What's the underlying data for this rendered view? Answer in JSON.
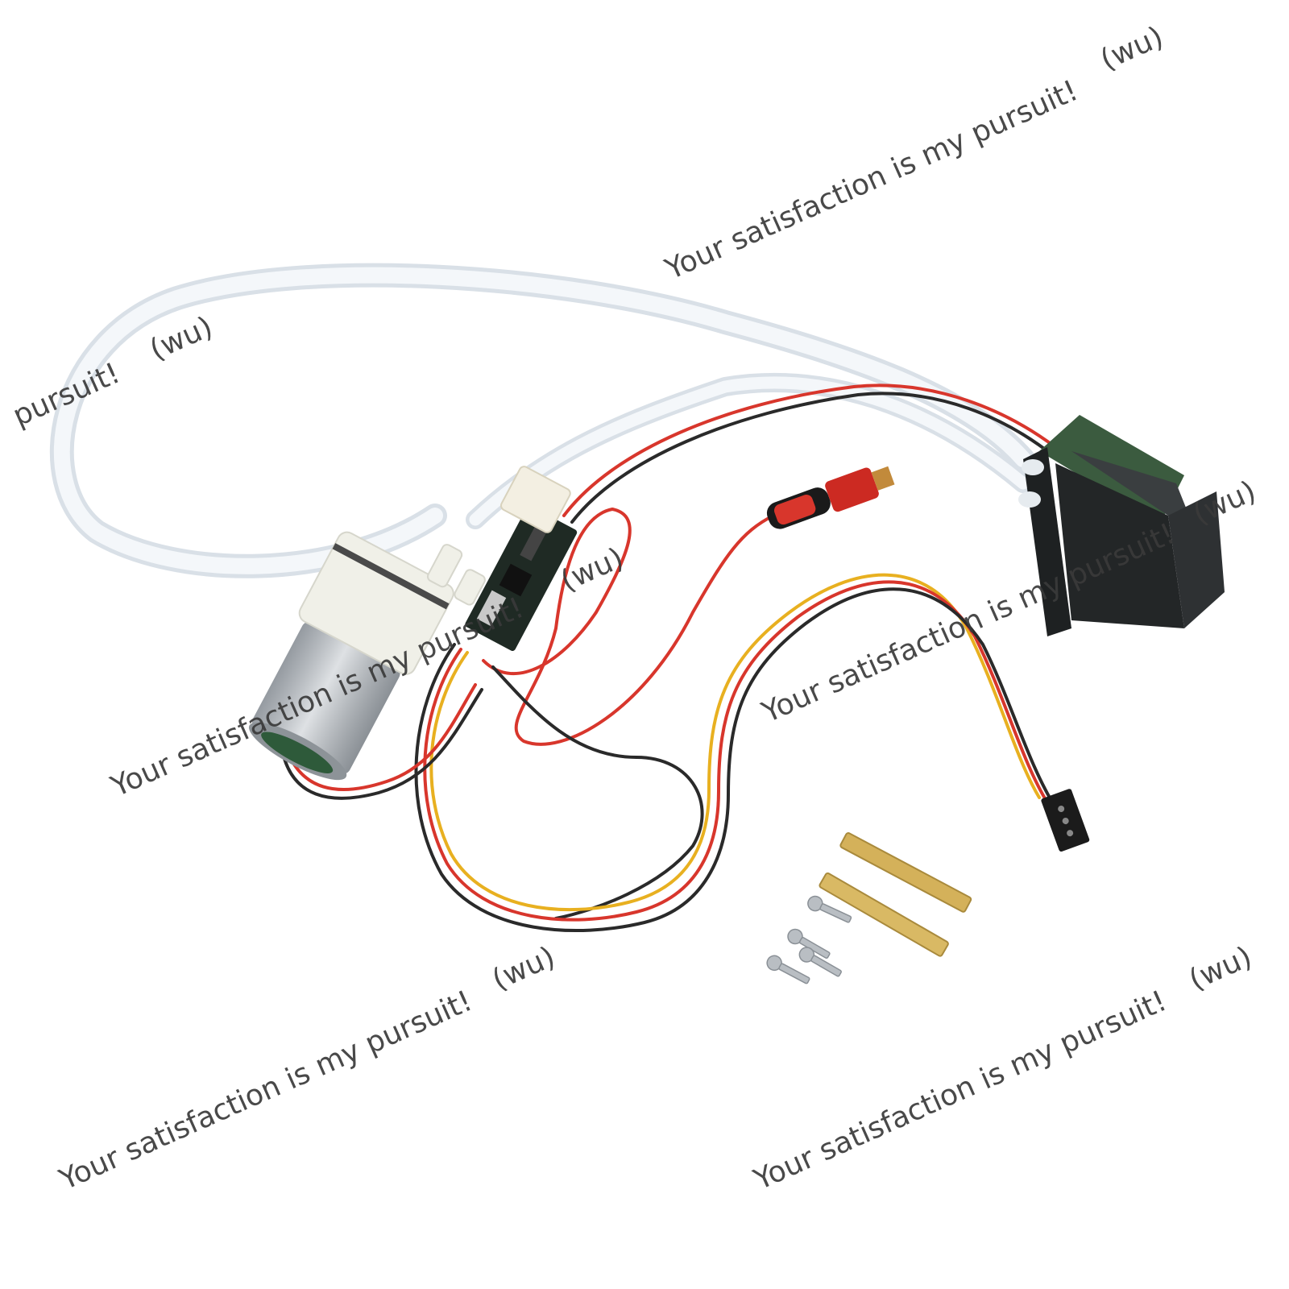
{
  "watermark": {
    "long": "Your satisfaction is my pursuit!",
    "tag": "(wu)",
    "fragment": "pursuit!"
  },
  "colors": {
    "background": "#ffffff",
    "tube": "#e9eef3",
    "wire_red": "#d8362c",
    "wire_black": "#2a2a2a",
    "wire_yellow": "#e8b020",
    "smoke_box": "#2b2e2f",
    "pump_body": "#f0f0e8",
    "motor_can": "#b9bec3",
    "brass": "#d4b15a"
  },
  "icons": [
    "tube-icon",
    "pump-motor-icon",
    "pcb-board-icon",
    "smoke-unit-icon",
    "plug-connector-icon",
    "servo-connector-icon",
    "brass-standoff-icon",
    "screw-icon"
  ]
}
